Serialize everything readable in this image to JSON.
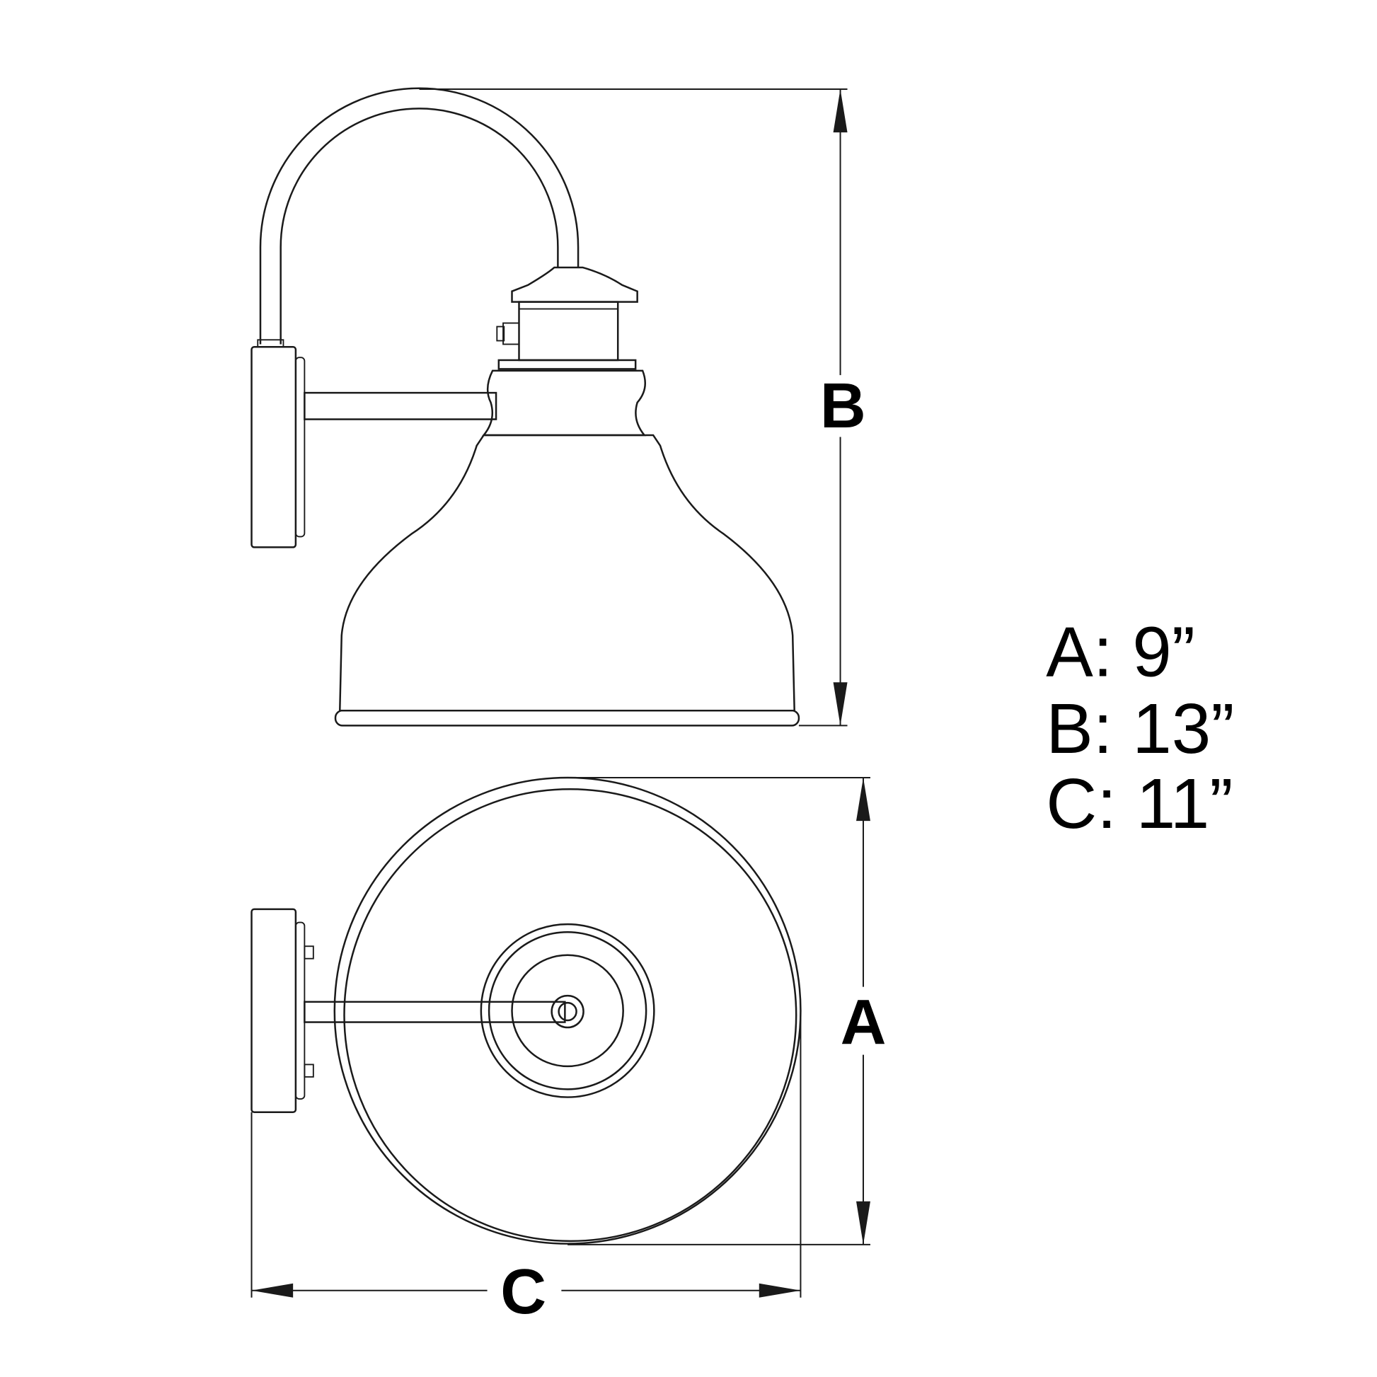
{
  "diagram": {
    "labels": {
      "a": "A",
      "b": "B",
      "c": "C"
    },
    "specs": [
      {
        "text": "A: 9”"
      },
      {
        "text": "B: 13”"
      },
      {
        "text": "C: 11”"
      }
    ],
    "line_color": "#1a1a1a"
  }
}
